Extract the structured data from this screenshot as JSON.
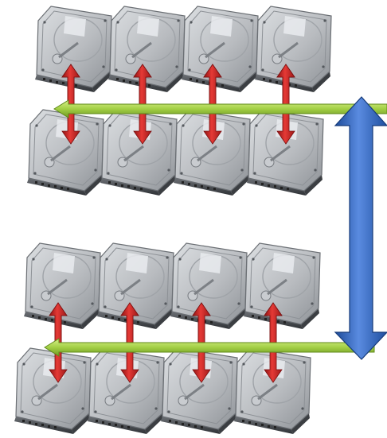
{
  "diagram": {
    "kind": "storage-array-mirroring",
    "groups": [
      {
        "rows": [
          {
            "drives": 4
          },
          {
            "drives": 4
          }
        ],
        "mirror_arrows": 4,
        "stripe_arrow": "left-pointing"
      },
      {
        "rows": [
          {
            "drives": 4
          },
          {
            "drives": 4
          }
        ],
        "mirror_arrows": 4,
        "stripe_arrow": "left-pointing"
      }
    ],
    "span_arrow": "vertical-bidirectional",
    "colors": {
      "drive_body": "#9a9ea3",
      "drive_top": "#c4c7cb",
      "drive_dark": "#4a4d52",
      "mirror_arrow": "#c62828",
      "stripe_arrow": "#a8d44a",
      "span_arrow": "#3f72c8"
    },
    "icons": [
      "hard-drive-icon",
      "red-bidirectional-arrow",
      "green-left-arrow",
      "blue-vertical-bidirectional-arrow"
    ]
  }
}
